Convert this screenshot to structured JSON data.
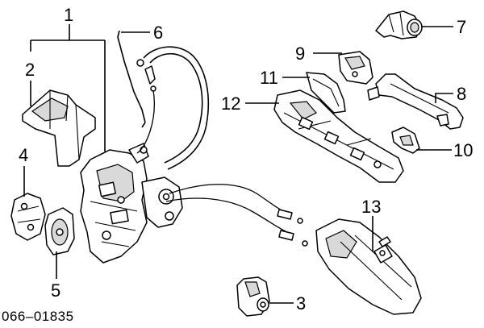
{
  "diagram": {
    "callouts": [
      "1",
      "2",
      "3",
      "4",
      "5",
      "6",
      "7",
      "8",
      "9",
      "10",
      "11",
      "12",
      "13"
    ],
    "part_number": "066–01835"
  }
}
